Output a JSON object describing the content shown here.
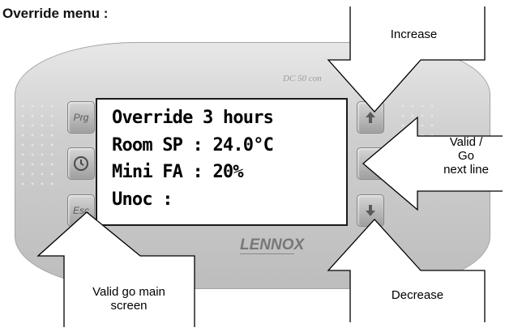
{
  "heading": "Override menu :",
  "device": {
    "model": "DC 50 con",
    "brand": "LENNOX",
    "keys": {
      "prg": "Prg",
      "esc": "Esc",
      "enter": "↵"
    }
  },
  "display": {
    "lines": [
      "Override 3 hours",
      "Room SP : 24.0°C",
      "Mini FA : 20%",
      "Unoc :"
    ]
  },
  "callouts": {
    "increase": "Increase",
    "valid_go": "Valid /",
    "go": "Go",
    "next_line": "next line",
    "decrease": "Decrease",
    "valid_main_1": "Valid go main",
    "valid_main_2": "screen"
  },
  "icons": [
    "clock-icon",
    "arrow-up-icon",
    "arrow-down-icon",
    "enter-arrow-icon"
  ]
}
